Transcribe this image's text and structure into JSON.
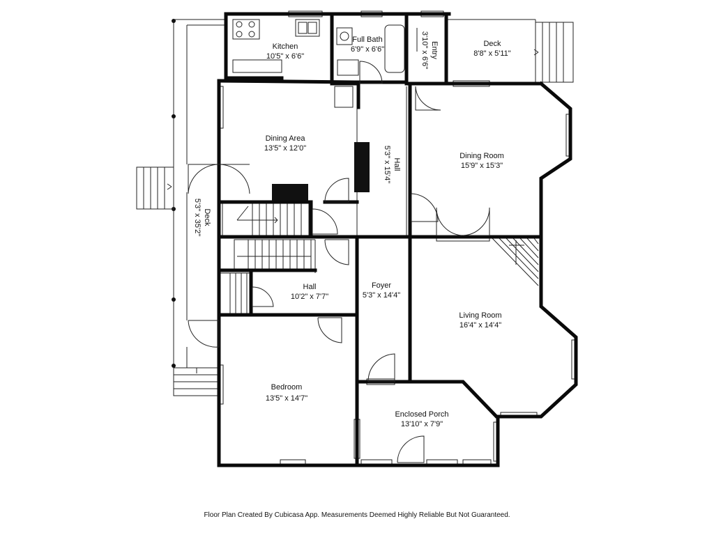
{
  "rooms": {
    "kitchen": {
      "name": "Kitchen",
      "dims": "10'5\" x 6'6\""
    },
    "full_bath": {
      "name": "Full Bath",
      "dims": "6'9\" x 6'6\""
    },
    "entry": {
      "name": "Entry",
      "dims": "3'10\" x 6'6\""
    },
    "deck_top": {
      "name": "Deck",
      "dims": "8'8\" x 5'11\""
    },
    "dining_area": {
      "name": "Dining Area",
      "dims": "13'5\" x 12'0\""
    },
    "hall_center": {
      "name": "Hall",
      "dims": "5'3\" x 15'4\""
    },
    "dining_room": {
      "name": "Dining Room",
      "dims": "15'9\" x 15'3\""
    },
    "deck_side": {
      "name": "Deck",
      "dims": "5'3\" x 35'2\""
    },
    "hall_small": {
      "name": "Hall",
      "dims": "10'2\" x 7'7\""
    },
    "foyer": {
      "name": "Foyer",
      "dims": "5'3\" x 14'4\""
    },
    "living_room": {
      "name": "Living Room",
      "dims": "16'4\" x 14'4\""
    },
    "bedroom": {
      "name": "Bedroom",
      "dims": "13'5\" x 14'7\""
    },
    "enclosed_porch": {
      "name": "Enclosed Porch",
      "dims": "13'10\" x 7'9\""
    }
  },
  "footer": "Floor Plan Created By Cubicasa App. Measurements Deemed Highly Reliable But Not Guaranteed."
}
